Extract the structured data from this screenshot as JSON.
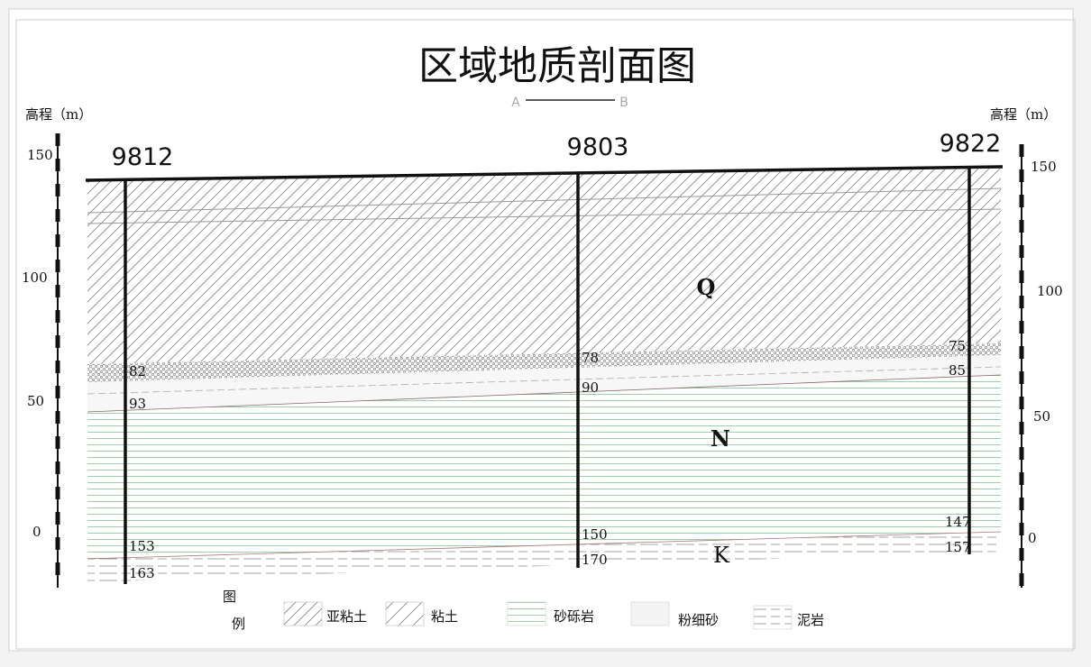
{
  "title": "区域地质剖面图",
  "section_line": {
    "start": "A",
    "end": "B"
  },
  "elevation_axis": {
    "label": "高程（m）",
    "left_ticks": [
      "150",
      "100",
      "50",
      "0"
    ],
    "right_ticks": [
      "150",
      "100",
      "50",
      "0"
    ]
  },
  "boreholes": [
    {
      "id": "9812",
      "depths": [
        "82",
        "93",
        "153",
        "163"
      ]
    },
    {
      "id": "9803",
      "depths": [
        "78",
        "90",
        "150",
        "170"
      ]
    },
    {
      "id": "9822",
      "depths": [
        "75",
        "85",
        "147",
        "157"
      ]
    }
  ],
  "strata_labels": {
    "quaternary": "Q",
    "neogene": "N",
    "cretaceous": "K"
  },
  "legend": {
    "title_chars": [
      "图",
      "例"
    ],
    "items": [
      {
        "pattern": "hatch-fine",
        "label": "亚粘土"
      },
      {
        "pattern": "hatch-coarse",
        "label": "粘土"
      },
      {
        "pattern": "green-lines",
        "label": "砂砾岩"
      },
      {
        "pattern": "stipple",
        "label": "粉细砂"
      },
      {
        "pattern": "dashed",
        "label": "泥岩"
      }
    ]
  },
  "colors": {
    "ink": "#111111",
    "green_line": "#9fcfa8",
    "hatch": "#8a8a8a",
    "dash": "#7a7a7a"
  }
}
